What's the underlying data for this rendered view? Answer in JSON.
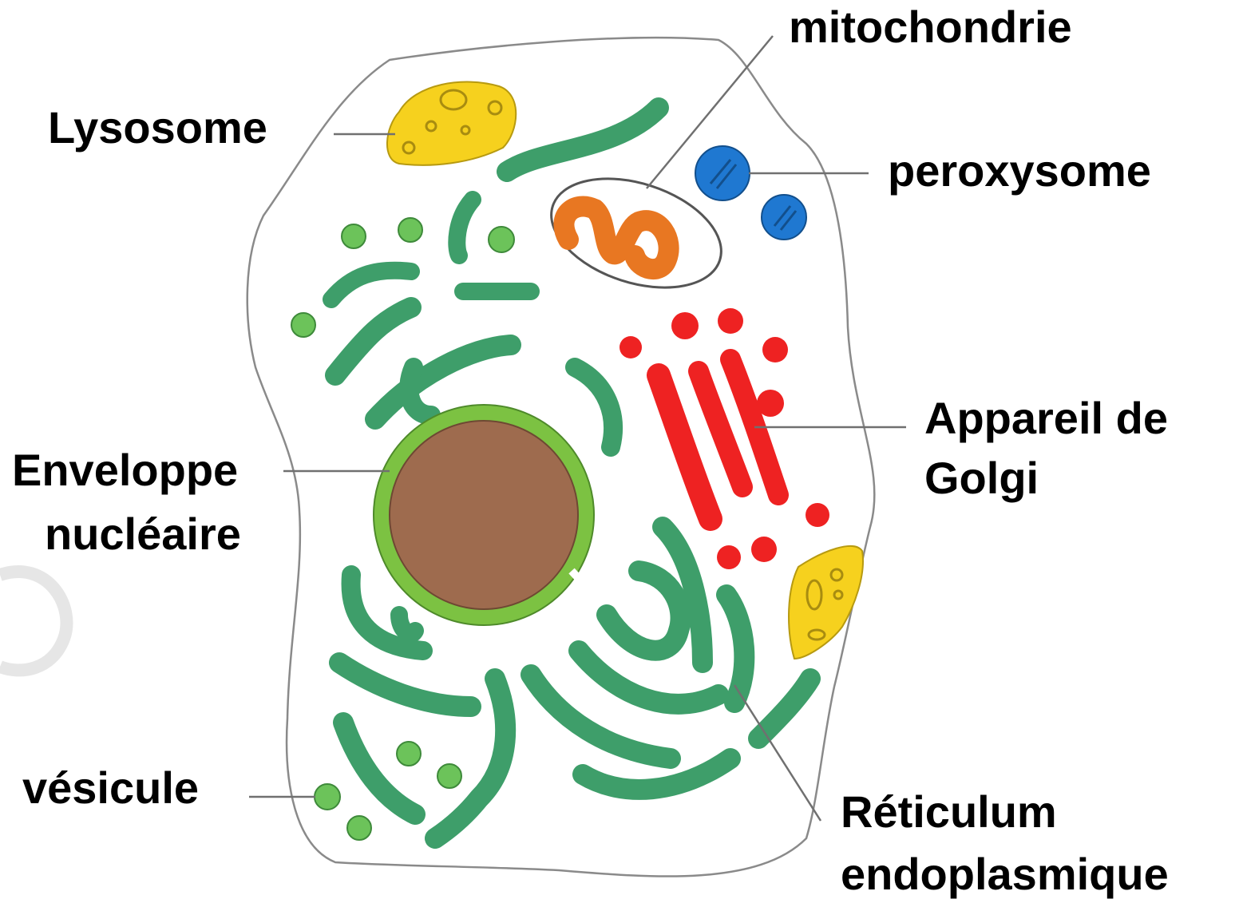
{
  "labels": {
    "mitochondrie": "mitochondrie",
    "lysosome": "Lysosome",
    "peroxysome": "peroxysome",
    "golgi_line1": "Appareil de",
    "golgi_line2": "Golgi",
    "envelope_line1": "Enveloppe",
    "envelope_line2": "nucléaire",
    "vesicule": "vésicule",
    "reticulum_line1": "Réticulum",
    "reticulum_line2": "endoplasmique"
  },
  "colors": {
    "membrane": "#8a8a8a",
    "er": "#3e9e6a",
    "er_light": "#6cc35a",
    "envelope": "#7cc242",
    "nucleus": "#9e6b4e",
    "golgi": "#ee2222",
    "lysosome": "#f6d11e",
    "mitochondria_outer": "#555555",
    "mitochondria": "#e87722",
    "peroxysome": "#1f78d1",
    "leader": "#707070"
  }
}
